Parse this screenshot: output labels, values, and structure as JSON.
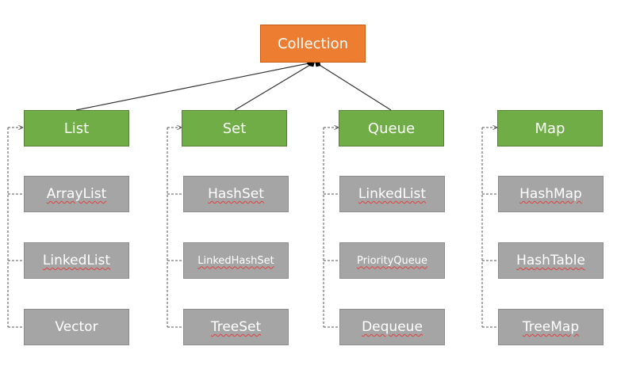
{
  "root": {
    "label": "Collection",
    "color": "#ed7d31"
  },
  "columns": [
    {
      "category": "List",
      "color": "#70ad47",
      "implementations": [
        "ArrayList",
        "LinkedList",
        "Vector"
      ]
    },
    {
      "category": "Set",
      "color": "#70ad47",
      "implementations": [
        "HashSet",
        "LinkedHashSet",
        "TreeSet"
      ]
    },
    {
      "category": "Queue",
      "color": "#70ad47",
      "implementations": [
        "LinkedList",
        "PriorityQueue",
        "Dequeue"
      ]
    },
    {
      "category": "Map",
      "color": "#70ad47",
      "implementations": [
        "HashMap",
        "HashTable",
        "TreeMap"
      ]
    }
  ],
  "impl_color": "#a5a5a5"
}
